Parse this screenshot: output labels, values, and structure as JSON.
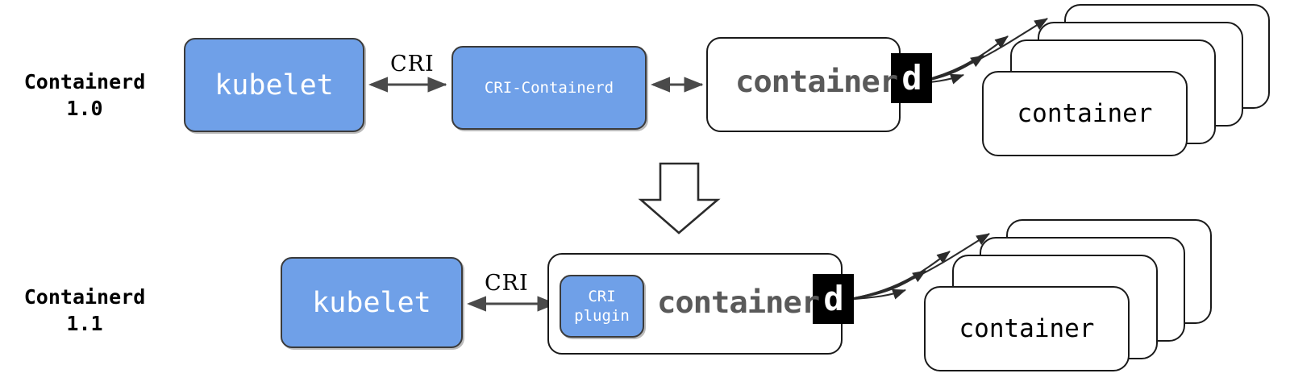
{
  "diagram": {
    "title": "containerd CRI architecture 1.0 vs 1.1",
    "colors": {
      "blue": "#6FA0E8",
      "logo_gray": "#595959",
      "stroke": "#1a1a1a",
      "arrow": "#3d3d3d"
    },
    "rows": [
      {
        "id": "row-top",
        "label": "Containerd\n1.0",
        "nodes": {
          "kubelet": "kubelet",
          "cri_containerd": "CRI-Containerd",
          "containerd_word": "container",
          "containerd_d": "d",
          "container_card": "container"
        },
        "edges": {
          "cri": "CRI"
        }
      },
      {
        "id": "row-bottom",
        "label": "Containerd\n1.1",
        "nodes": {
          "kubelet": "kubelet",
          "cri_plugin": "CRI\nplugin",
          "containerd_word": "container",
          "containerd_d": "d",
          "container_card": "container"
        },
        "edges": {
          "cri": "CRI"
        }
      }
    ],
    "transition_arrow": "down-block-arrow",
    "container_stack_count": 4
  }
}
